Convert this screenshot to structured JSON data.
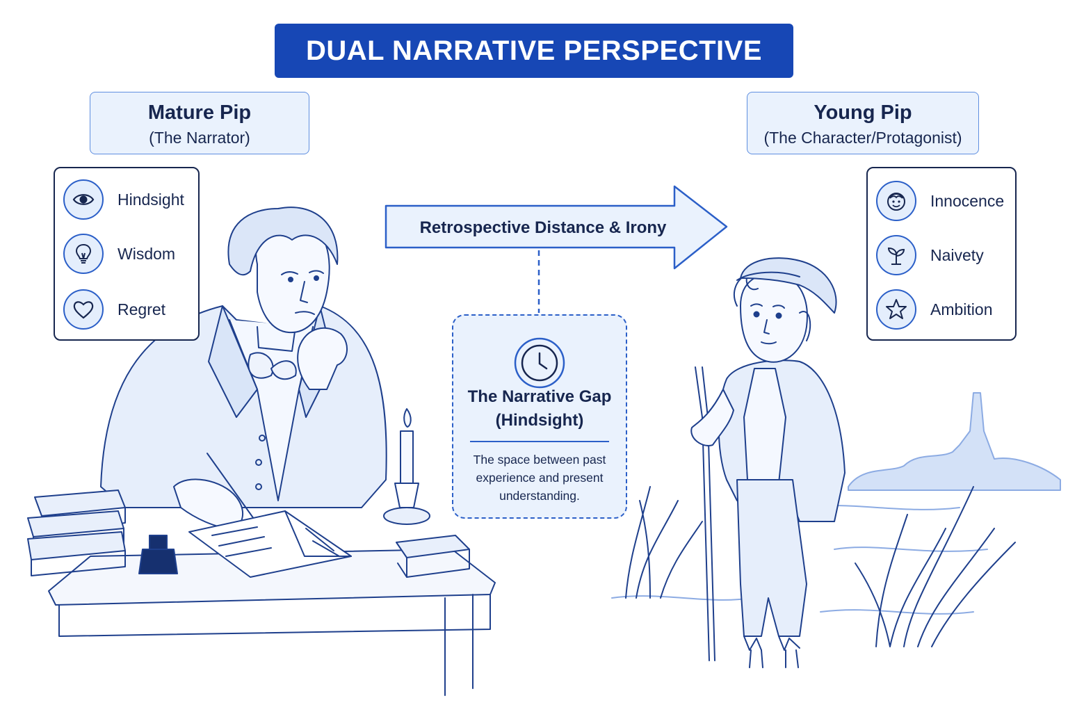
{
  "title": "DUAL NARRATIVE PERSPECTIVE",
  "narrator": {
    "name": "Mature Pip",
    "role": "(The Narrator)",
    "traits": [
      {
        "label": "Hindsight",
        "icon": "eye-icon"
      },
      {
        "label": "Wisdom",
        "icon": "lightbulb-icon"
      },
      {
        "label": "Regret",
        "icon": "heart-icon"
      }
    ]
  },
  "character": {
    "name": "Young Pip",
    "role": "(The Character/Protagonist)",
    "traits": [
      {
        "label": "Innocence",
        "icon": "child-face-icon"
      },
      {
        "label": "Naivety",
        "icon": "sprout-icon"
      },
      {
        "label": "Ambition",
        "icon": "star-icon"
      }
    ]
  },
  "arrow": {
    "label": "Retrospective Distance & Irony"
  },
  "gap": {
    "title_line1": "The Narrative Gap",
    "title_line2": "(Hindsight)",
    "description": "The space between past experience and present understanding.",
    "icon": "clock-icon"
  },
  "colors": {
    "primary": "#1747b5",
    "accent": "#2b5fc8",
    "fill": "#eaf2fd",
    "ink": "#17264f"
  }
}
